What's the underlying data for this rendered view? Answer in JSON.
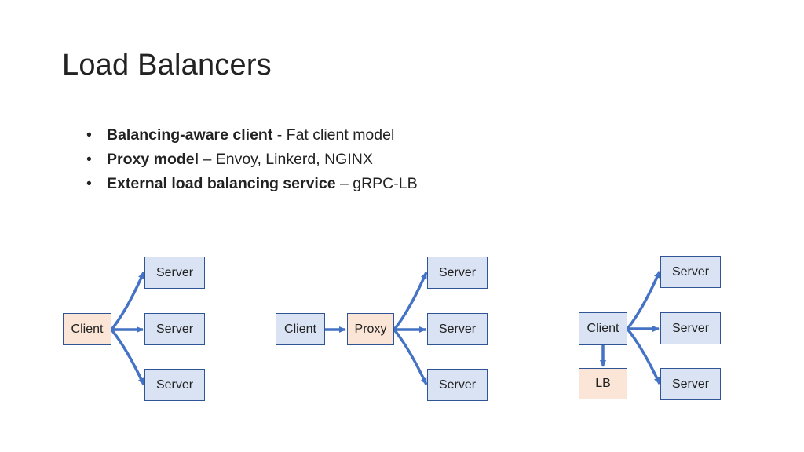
{
  "title": "Load Balancers",
  "bullets": [
    {
      "bold": "Balancing-aware client",
      "rest": " - Fat client model"
    },
    {
      "bold": "Proxy model",
      "rest": " – Envoy, Linkerd, NGINX"
    },
    {
      "bold": "External load balancing service",
      "rest": " – gRPC-LB"
    }
  ],
  "colors": {
    "server_fill": "#dae3f3",
    "client_fill": "#fbe5d6",
    "border": "#2f5597",
    "arrow": "#4472c4"
  },
  "diagrams": {
    "client_side": {
      "client": "Client",
      "servers": [
        "Server",
        "Server",
        "Server"
      ]
    },
    "proxy": {
      "client": "Client",
      "proxy": "Proxy",
      "servers": [
        "Server",
        "Server",
        "Server"
      ]
    },
    "lookaside": {
      "client": "Client",
      "lb": "LB",
      "servers": [
        "Server",
        "Server",
        "Server"
      ]
    }
  }
}
